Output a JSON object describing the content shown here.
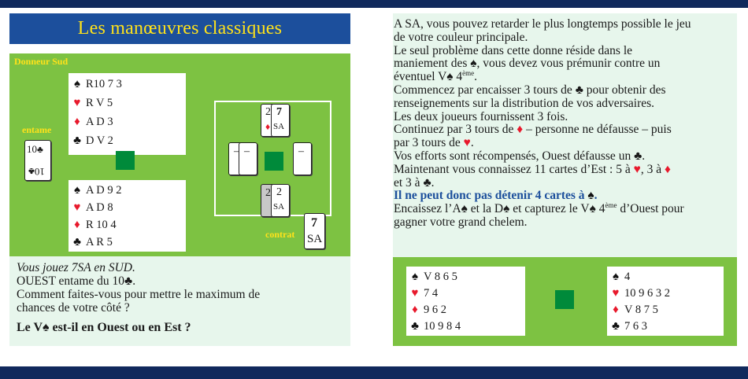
{
  "title": "Les manœuvres classiques",
  "dealer_label": "Donneur Sud",
  "lead_label": "entame",
  "contract_label": "contrat",
  "north": {
    "spades": "R10 7 3",
    "hearts": "R V 5",
    "diamonds": "A D 3",
    "clubs": "D V 2"
  },
  "south": {
    "spades": "A D 9 2",
    "hearts": "A D 8",
    "diamonds": "R 10 4",
    "clubs": "A R 5"
  },
  "west": {
    "spades": "V 8 6 5",
    "hearts": "7 4",
    "diamonds": "9 6 2",
    "clubs": "10 9 8 4"
  },
  "east": {
    "spades": "4",
    "hearts": "10 9 6 3 2",
    "diamonds": "V 8 7 5",
    "clubs": "7 6 3"
  },
  "lead_card": {
    "rank": "10",
    "rank_inverted": "10"
  },
  "bidding": {
    "north_cards": [
      "2",
      "7"
    ],
    "north_bid_suit": "SA",
    "west_cards": [
      "–",
      "–"
    ],
    "east_cards": [
      "–"
    ],
    "south_cards": [
      "2",
      "2"
    ],
    "south_bid_suit": "SA"
  },
  "contract_card": {
    "level": "7",
    "strain": "SA"
  },
  "left_text": {
    "line1": "Vous jouez 7SA en SUD.",
    "line2": "OUEST entame du 10",
    "line3": "Comment faites-vous pour mettre le maximum de",
    "line4": "chances de votre côté ?",
    "question_a": "Le V",
    "question_b": " est-il en Ouest ou en Est ?"
  },
  "right_text": {
    "p1a": "A SA, vous pouvez retarder le plus longtemps possible le jeu",
    "p1b": "de votre couleur principale.",
    "p2a": "Le seul problème dans cette donne réside dans le",
    "p2b": "maniement des",
    "p2c": ", vous devez vous prémunir contre un",
    "p2d": "éventuel V",
    "p2e": " 4",
    "p2sup": "ème",
    "p2f": ".",
    "p3a": "Commencez par encaisser 3 tours de",
    "p3b": " pour obtenir des",
    "p3c": "renseignements sur la distribution de vos adversaires.",
    "p4": "Les deux joueurs fournissent 3 fois.",
    "p5a": "Continuez par 3 tours de",
    "p5b": " – personne ne défausse – puis",
    "p5c": "par 3 tours de",
    "p5d": ".",
    "p6a": "Vos efforts sont récompensés, Ouest défausse un",
    "p6b": ".",
    "p7a": "Maintenant vous connaissez 11 cartes d’Est : 5 à",
    "p7b": ", 3 à",
    "p7c": "et 3 à",
    "p7d": ".",
    "p8a": "Il ne peut donc pas détenir 4 cartes à",
    "p8b": ".",
    "p9a": "Encaissez l’A",
    "p9b": " et la D",
    "p9c": " et capturez le V",
    "p9d": " 4",
    "p9sup": "ème",
    "p9e": " d’Ouest pour",
    "p9f": "gagner votre grand chelem."
  },
  "colors": {
    "navy": "#10295c",
    "title_blue": "#1c4f9c",
    "title_yellow": "#ffe21a",
    "felt_green": "#7dc242",
    "table_green": "#008a3a",
    "pale_green": "#e7f6ec",
    "suit_red": "#e8192c"
  }
}
